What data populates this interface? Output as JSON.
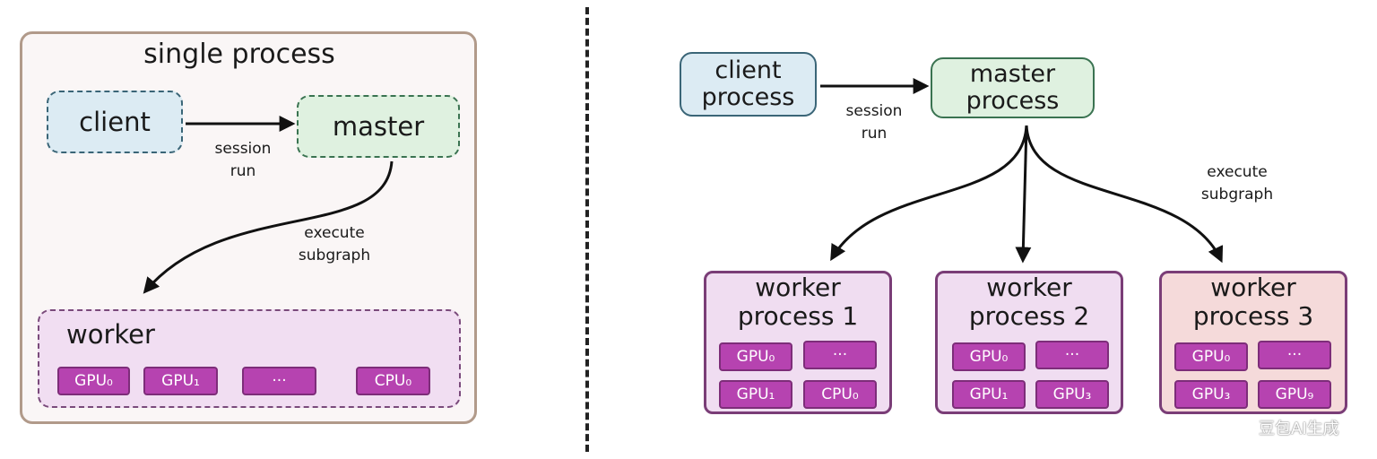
{
  "left": {
    "title": "single process",
    "client": "client",
    "master": "master",
    "session_label": [
      "session",
      "run"
    ],
    "execute_label": [
      "execute",
      "subgraph"
    ],
    "worker": "worker",
    "devices": [
      "GPU₀",
      "GPU₁",
      "···",
      "CPU₀"
    ]
  },
  "right": {
    "client": [
      "client",
      "process"
    ],
    "master": [
      "master",
      "process"
    ],
    "session_label": [
      "session",
      "run"
    ],
    "execute_label": [
      "execute",
      "subgraph"
    ],
    "workers": [
      {
        "title": [
          "worker",
          "process 1"
        ],
        "devices": [
          "GPU₀",
          "···",
          "GPU₁",
          "CPU₀"
        ]
      },
      {
        "title": [
          "worker",
          "process 2"
        ],
        "devices": [
          "GPU₀",
          "···",
          "GPU₁",
          "GPU₃"
        ]
      },
      {
        "title": [
          "worker",
          "process 3"
        ],
        "devices": [
          "GPU₀",
          "···",
          "GPU₃",
          "GPU₉"
        ]
      }
    ]
  },
  "watermark": "豆包AI生成",
  "colors": {
    "client_fill": "#dcebf3",
    "master_fill": "#dff1e0",
    "worker_fill": "#f0ddf1",
    "worker3_fill": "#f5dada",
    "chip_fill": "#b643b0",
    "outer_border": "#b19a8a"
  }
}
